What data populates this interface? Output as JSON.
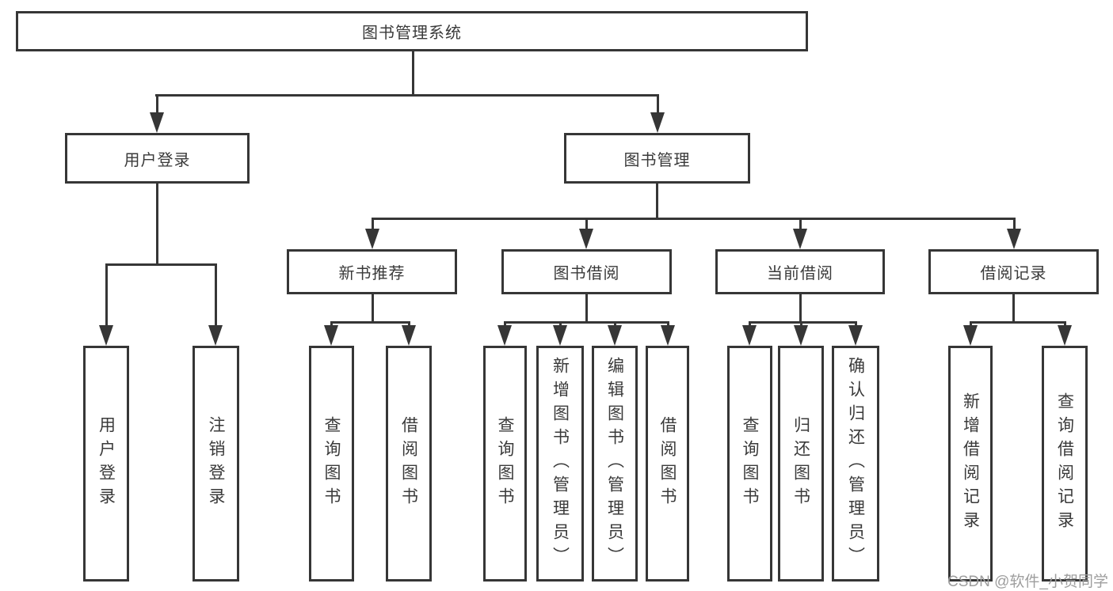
{
  "tree": {
    "root": {
      "label": "图书管理系统",
      "children": [
        {
          "label": "用户登录",
          "children": [
            {
              "label": "用户登录"
            },
            {
              "label": "注销登录"
            }
          ]
        },
        {
          "label": "图书管理",
          "children": [
            {
              "label": "新书推荐",
              "children": [
                {
                  "label": "查询图书"
                },
                {
                  "label": "借阅图书"
                }
              ]
            },
            {
              "label": "图书借阅",
              "children": [
                {
                  "label": "查询图书"
                },
                {
                  "label": "新增图书（管理员）"
                },
                {
                  "label": "编辑图书（管理员）"
                },
                {
                  "label": "借阅图书"
                }
              ]
            },
            {
              "label": "当前借阅",
              "children": [
                {
                  "label": "查询图书"
                },
                {
                  "label": "归还图书"
                },
                {
                  "label": "确认归还（管理员）"
                }
              ]
            },
            {
              "label": "借阅记录",
              "children": [
                {
                  "label": "新增借阅记录"
                },
                {
                  "label": "查询借阅记录"
                }
              ]
            }
          ]
        }
      ]
    }
  },
  "watermark": {
    "text": "CSDN @软件_小贺同学"
  },
  "colors": {
    "line": "#363636",
    "text": "#3a3a3a",
    "watermark": "#9e9e9e",
    "background": "#ffffff"
  }
}
